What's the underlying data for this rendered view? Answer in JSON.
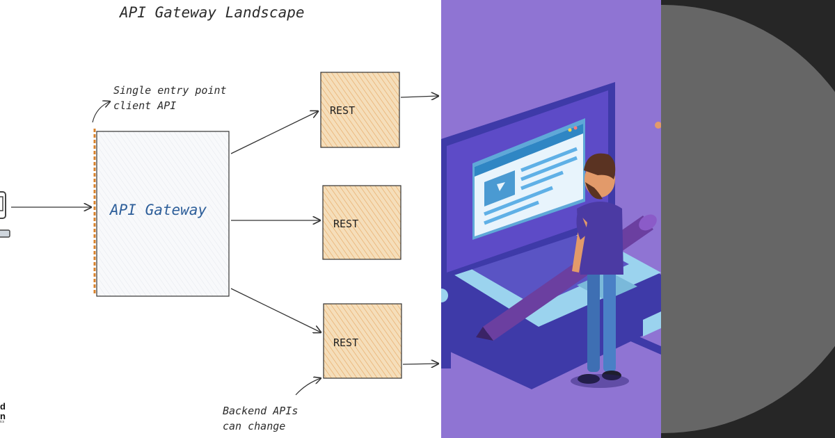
{
  "diagram": {
    "title": "API Gateway Landscape",
    "gateway_label": "API Gateway",
    "entry_note": "Single entry point\nclient API",
    "backend_note": "Backend APIs\ncan change",
    "services": [
      {
        "label": "REST"
      },
      {
        "label": "REST"
      },
      {
        "label": "REST"
      }
    ],
    "logo": {
      "text": "d\nn",
      "subtext": "ics"
    }
  },
  "colors": {
    "gateway_fill": "#f6f7f9",
    "service_fill": "#f5deba",
    "service_hatch": "#e6a45d",
    "dashed_border": "#d9822b",
    "illustration_bg": "#8f74d3",
    "dark_panel": "#262626",
    "gray_disc": "#666666"
  }
}
